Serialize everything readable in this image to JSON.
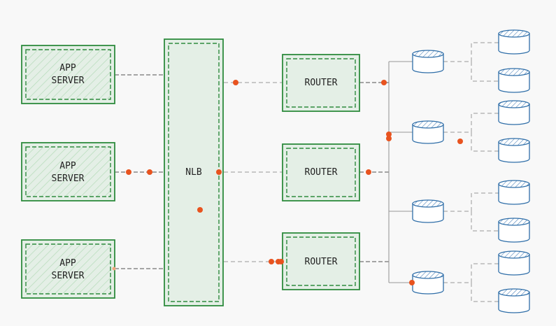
{
  "diagram": {
    "app_servers": [
      {
        "line1": "APP",
        "line2": "SERVER"
      },
      {
        "line1": "APP",
        "line2": "SERVER"
      },
      {
        "line1": "APP",
        "line2": "SERVER"
      }
    ],
    "nlb": {
      "label": "NLB"
    },
    "routers": [
      {
        "label": "ROUTER"
      },
      {
        "label": "ROUTER"
      },
      {
        "label": "ROUTER"
      }
    ]
  },
  "colors": {
    "box_stroke": "#2e8b3e",
    "box_fill": "#e4efe6",
    "hatch": "#a8d4ae",
    "connector": "#888888",
    "storage_stroke": "#2f6ea8",
    "storage_hatch": "#3d78b5",
    "marker": "#e8531f"
  }
}
